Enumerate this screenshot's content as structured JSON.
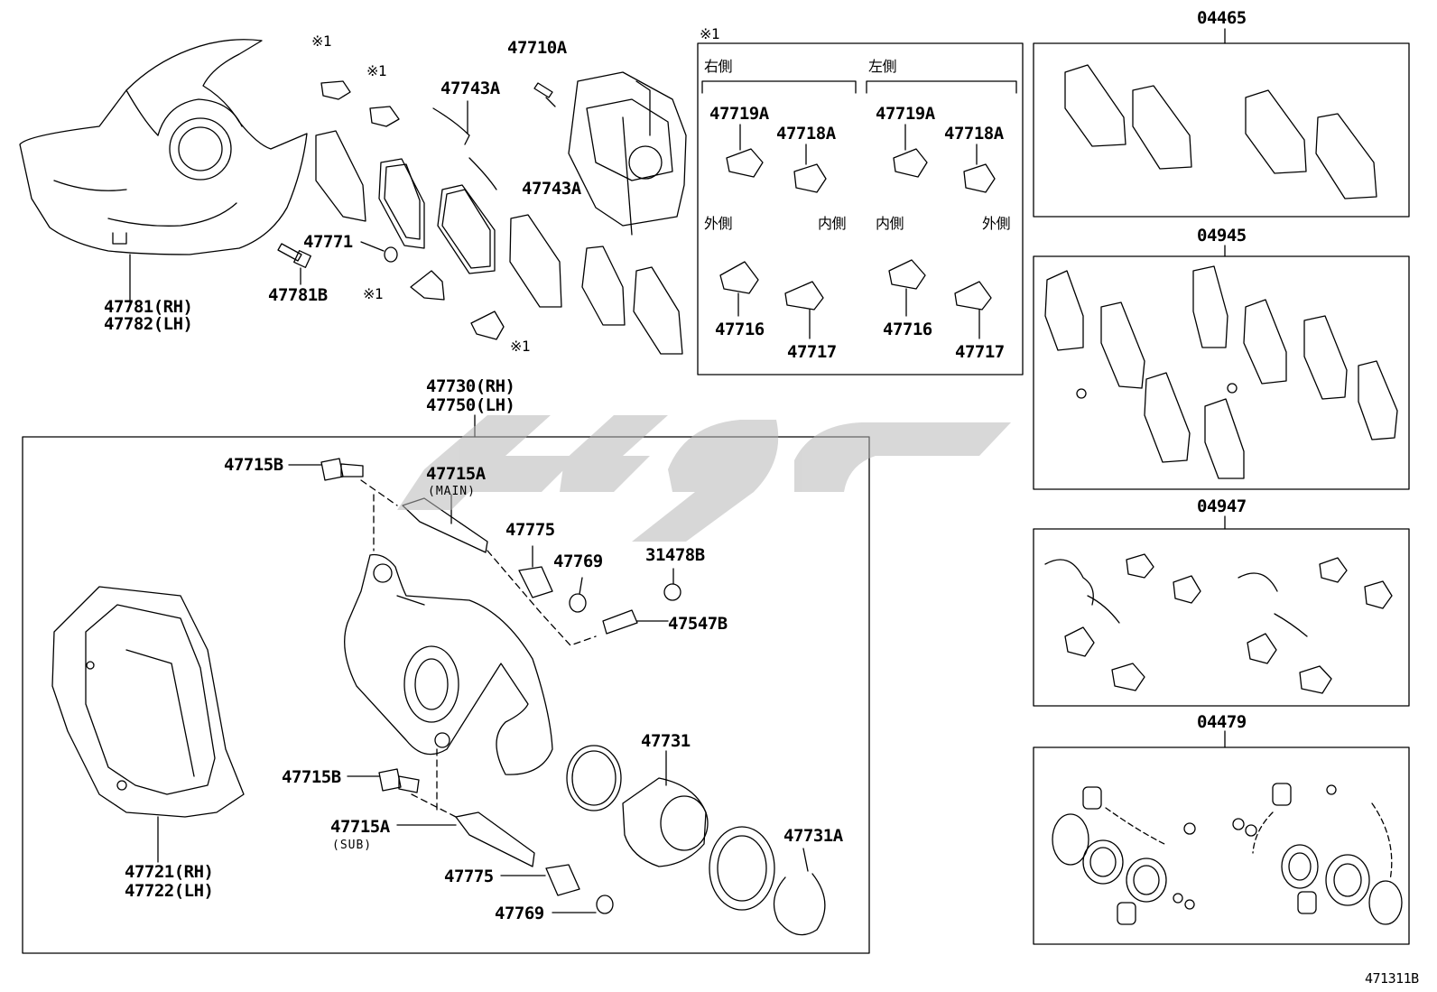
{
  "diagram": {
    "diagram_number": "471311B",
    "watermark_color": "#b8b8b8",
    "line_color": "#000000",
    "parts": {
      "p47781": "47781(RH)",
      "p47782": "47782(LH)",
      "p47781B": "47781B",
      "p47771": "47771",
      "p47743A_1": "47743A",
      "p47743A_2": "47743A",
      "p47710A": "47710A",
      "p47730": "47730(RH)",
      "p47750": "47750(LH)",
      "p47715B_1": "47715B",
      "p47715A_main": "47715A",
      "main_note": "(MAIN)",
      "p47775_1": "47775",
      "p47769_1": "47769",
      "p31478B": "31478B",
      "p47547B": "47547B",
      "p47715B_2": "47715B",
      "p47715A_sub": "47715A",
      "sub_note": "(SUB)",
      "p47775_2": "47775",
      "p47769_2": "47769",
      "p47731": "47731",
      "p47731A": "47731A",
      "p47721": "47721(RH)",
      "p47722": "47722(LH)"
    },
    "marks": {
      "m1": "※1",
      "m2": "※1",
      "m3": "※1",
      "m4": "※1",
      "m5": "※1"
    },
    "detail_box": {
      "right_side": "右側",
      "left_side": "左側",
      "r_47719A": "47719A",
      "r_47718A": "47718A",
      "l_47719A": "47719A",
      "l_47718A": "47718A",
      "outer_1": "外側",
      "inner_1": "内側",
      "inner_2": "内側",
      "outer_2": "外側",
      "r_47716": "47716",
      "r_47717": "47717",
      "l_47716": "47716",
      "l_47717": "47717"
    },
    "kits": {
      "k04465": "04465",
      "k04945": "04945",
      "k04947": "04947",
      "k04479": "04479"
    }
  }
}
